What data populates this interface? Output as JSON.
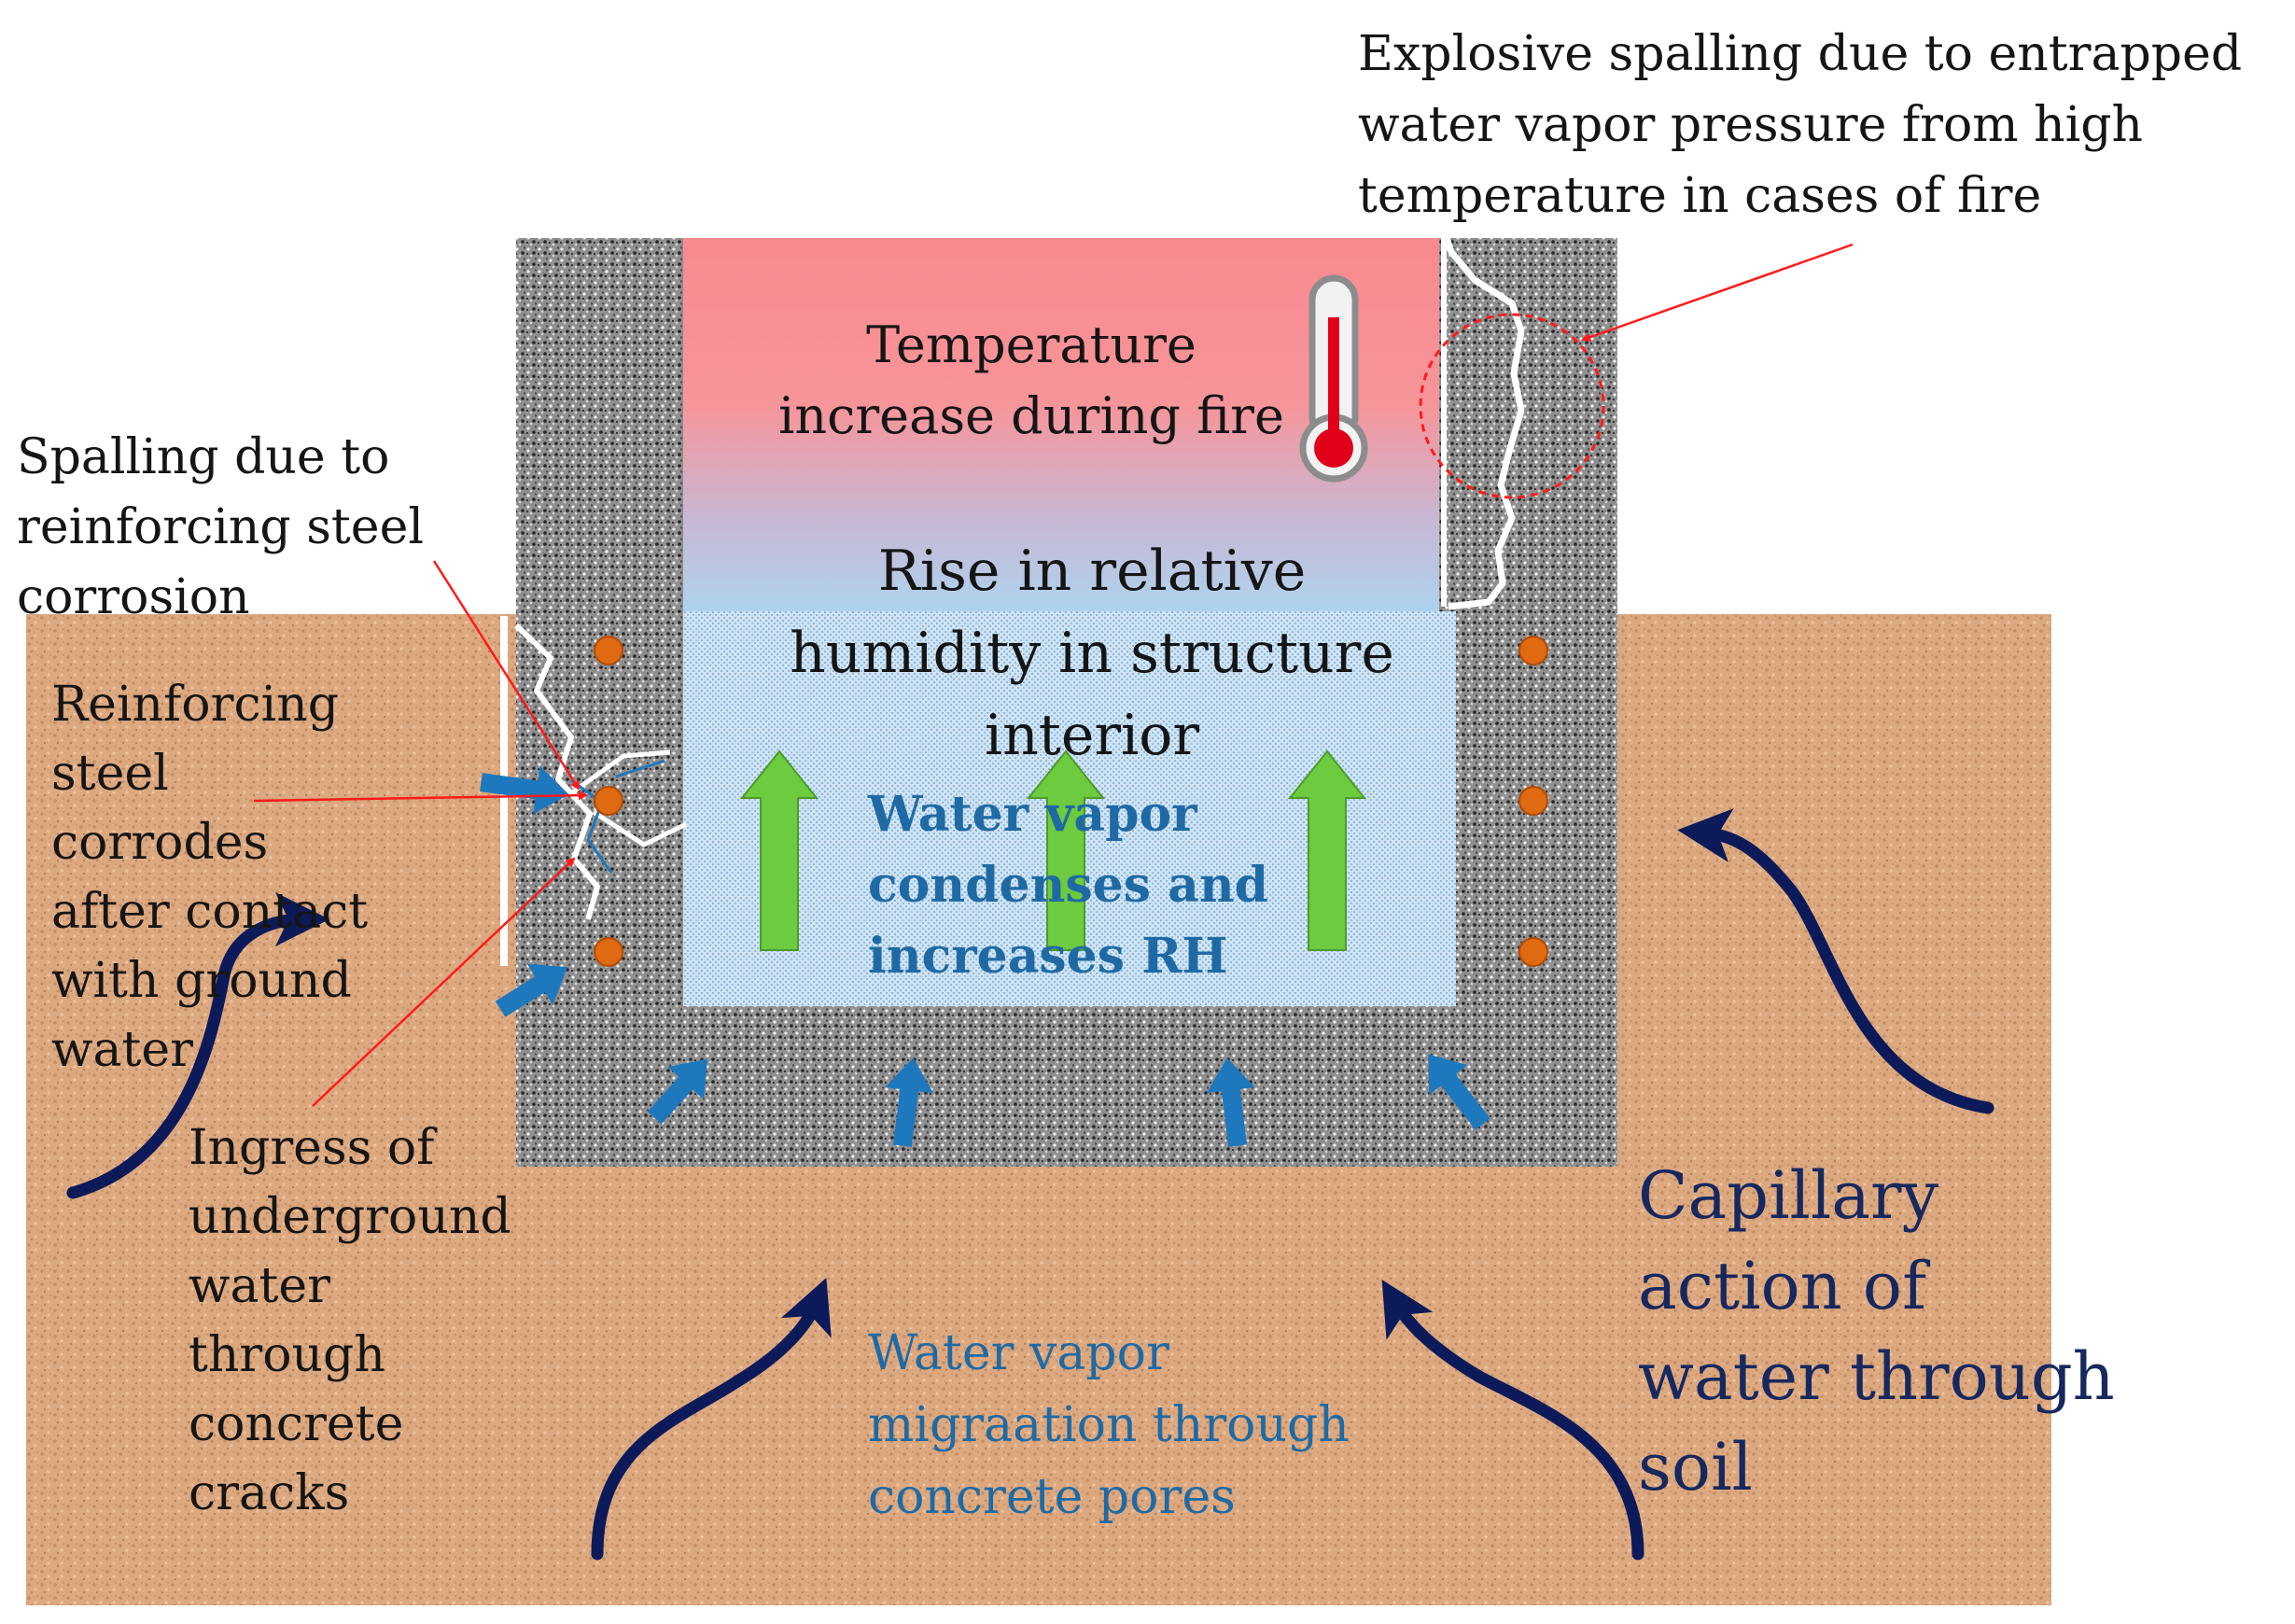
{
  "labels": {
    "explosive_spalling": "Explosive spalling due to entrapped\nwater vapor pressure from high\ntemperature in cases of fire",
    "temperature_increase": "Temperature\nincrease during fire",
    "rise_rh": "Rise in relative\nhumidity in structure\ninterior",
    "spalling_corrosion": "Spalling due to\nreinforcing steel\ncorrosion",
    "steel_corrodes": "Reinforcing\nsteel\ncorrodes\nafter contact\nwith ground\nwater",
    "vapor_condenses": "Water vapor\ncondenses and\nincreases RH",
    "ingress": "Ingress of\nunderground\nwater\nthrough\nconcrete\ncracks",
    "capillary": "Capillary\naction of\nwater through\nsoil",
    "vapor_migration": "Water vapor\nmigraation through\nconcrete pores"
  },
  "icons": {
    "thermometer": "thermometer-icon"
  },
  "colors": {
    "soil": "#dca880",
    "concrete": "#8f8f8f",
    "hot_zone": "#f98a8f",
    "humid_zone": "#aed3ee",
    "interior_dots": "#cfe3f3",
    "green_arrow": "#6ccb3e",
    "blue_arrow": "#1e78bd",
    "navy_arrow": "#0d1a5a",
    "rebar": "#df6a12",
    "pointer_red": "#ff1a1a"
  }
}
